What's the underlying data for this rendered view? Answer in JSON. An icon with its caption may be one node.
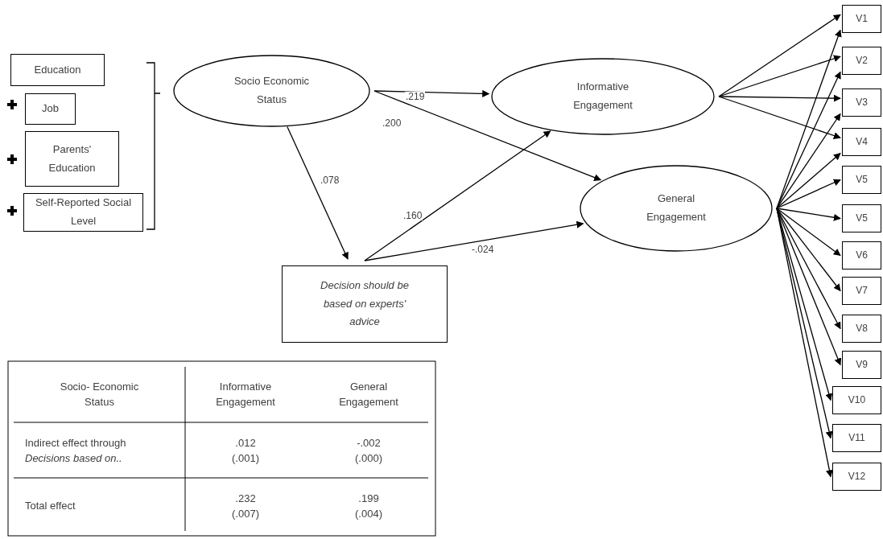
{
  "diagram": {
    "nodes": [
      {
        "text": [
          "Education"
        ]
      },
      {
        "text": [
          "Job"
        ]
      },
      {
        "text": [
          "Parents' Education"
        ]
      },
      {
        "text": [
          "Self-Reported Social Level"
        ]
      },
      {
        "text": [
          "Socio Economic Status"
        ]
      },
      {
        "text": [
          "Informative Engagement"
        ]
      },
      {
        "text": [
          "General Engagement"
        ]
      },
      {
        "text": [
          "Decision should be based on experts' advice"
        ]
      },
      {
        "text": [
          "V1"
        ]
      },
      {
        "text": [
          "V2"
        ]
      },
      {
        "text": [
          "V3"
        ]
      },
      {
        "text": [
          "V4"
        ]
      },
      {
        "text": [
          "V5"
        ]
      },
      {
        "text": [
          "V5"
        ]
      },
      {
        "text": [
          "V6"
        ]
      },
      {
        "text": [
          "V7"
        ]
      },
      {
        "text": [
          "V8"
        ]
      },
      {
        "text": [
          "V9"
        ]
      },
      {
        "text": [
          "V10"
        ]
      },
      {
        "text": [
          "V11"
        ]
      },
      {
        "text": [
          "V12"
        ]
      }
    ],
    "edges": [
      {
        "from": 4,
        "to": 5,
        "arrow": "to",
        "label": ".219"
      },
      {
        "from": 4,
        "to": 6,
        "arrow": "to",
        "label": ".200"
      },
      {
        "from": 4,
        "to": 7,
        "arrow": "to",
        "label": ".078"
      },
      {
        "from": 7,
        "to": 5,
        "arrow": "to",
        "label": ".160"
      },
      {
        "from": 7,
        "to": 6,
        "arrow": "to",
        "label": "-.024"
      },
      {
        "from": 5,
        "to": 8,
        "arrow": "to"
      },
      {
        "from": 5,
        "to": 9,
        "arrow": "to"
      },
      {
        "from": 5,
        "to": 10,
        "arrow": "to"
      },
      {
        "from": 5,
        "to": 11,
        "arrow": "to"
      },
      {
        "from": 6,
        "to": 8,
        "arrow": "to"
      },
      {
        "from": 6,
        "to": 9,
        "arrow": "to"
      },
      {
        "from": 6,
        "to": 10,
        "arrow": "to"
      },
      {
        "from": 6,
        "to": 11,
        "arrow": "to"
      },
      {
        "from": 6,
        "to": 12,
        "arrow": "to"
      },
      {
        "from": 6,
        "to": 13,
        "arrow": "to"
      },
      {
        "from": 6,
        "to": 14,
        "arrow": "to"
      },
      {
        "from": 6,
        "to": 15,
        "arrow": "to"
      },
      {
        "from": 6,
        "to": 16,
        "arrow": "to"
      },
      {
        "from": 6,
        "to": 17,
        "arrow": "to"
      },
      {
        "from": 6,
        "to": 18,
        "arrow": "to"
      },
      {
        "from": 6,
        "to": 19,
        "arrow": "to"
      },
      {
        "from": 6,
        "to": 20,
        "arrow": "to"
      }
    ],
    "labels": [
      "Socio- Economic Status",
      "Informative Engagement",
      "General Engagement",
      "Indirect effect through *Decisions based on..*",
      ".012 (.001)",
      "-.002 (.000)",
      "Total effect",
      ".232 (.007)",
      ".199 (.004)"
    ]
  }
}
